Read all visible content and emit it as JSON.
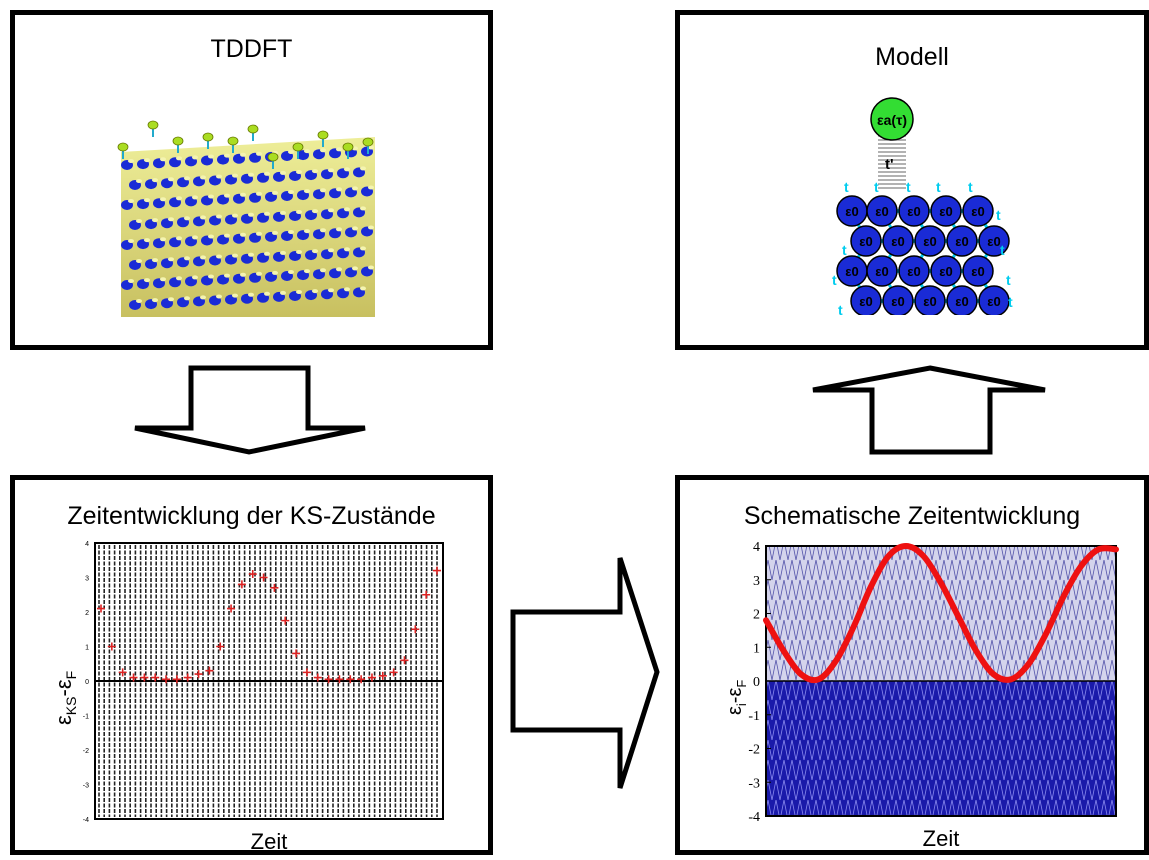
{
  "panels": {
    "tddft": {
      "title": "TDDFT"
    },
    "modell": {
      "title": "Modell",
      "adsorbate_label": "εa(τ)",
      "coupling_label": "t'",
      "hopping_label": "t",
      "site_label": "ε0"
    },
    "ks": {
      "title": "Zeitentwicklung der KS-Zustände"
    },
    "schem": {
      "title": "Schematische Zeitentwicklung"
    }
  },
  "chart_data": [
    {
      "type": "scatter",
      "title": "Zeitentwicklung der KS-Zustände",
      "xlabel": "Zeit",
      "ylabel": "εKS-εF",
      "ylim": [
        -4,
        4
      ],
      "yticks": [
        "4",
        "3",
        "2",
        "1",
        "0",
        "-1",
        "-2",
        "-3",
        "-4"
      ],
      "series": [
        {
          "x": [
            1,
            2,
            3,
            4,
            5,
            6,
            7,
            8,
            9,
            10,
            11,
            12,
            13,
            14,
            15,
            16,
            17,
            18,
            19,
            20,
            21,
            22,
            23,
            24,
            25,
            26,
            27,
            28,
            29,
            30,
            31,
            32
          ],
          "values": [
            2.1,
            1.0,
            0.25,
            0.1,
            0.1,
            0.1,
            0.05,
            0.05,
            0.1,
            0.2,
            0.3,
            1.0,
            2.1,
            2.8,
            3.1,
            3.0,
            2.7,
            1.75,
            0.8,
            0.25,
            0.1,
            0.05,
            0.05,
            0.05,
            0.05,
            0.1,
            0.15,
            0.25,
            0.6,
            1.5,
            2.5,
            3.2
          ]
        }
      ]
    },
    {
      "type": "line",
      "title": "Schematische Zeitentwicklung",
      "xlabel": "Zeit",
      "ylabel": "εi-εF",
      "ylim": [
        -4,
        4
      ],
      "yticks": [
        "4",
        "3",
        "2",
        "1",
        "0",
        "-1",
        "-2",
        "-3",
        "-4"
      ],
      "series": [
        {
          "x": [
            0,
            0.05,
            0.1,
            0.15,
            0.2,
            0.25,
            0.3,
            0.35,
            0.4,
            0.45,
            0.5,
            0.55,
            0.6,
            0.65,
            0.7,
            0.75,
            0.8,
            0.85,
            0.9,
            0.95,
            1.0
          ],
          "values": [
            1.8,
            0.9,
            0.2,
            0.05,
            0.6,
            1.6,
            2.8,
            3.7,
            4.0,
            3.7,
            2.9,
            1.9,
            0.9,
            0.2,
            0.05,
            0.5,
            1.4,
            2.5,
            3.4,
            3.9,
            3.9
          ]
        }
      ],
      "shading": {
        "occupied_color": "#1a1aaa",
        "unoccupied_color": "#c8c8e8"
      }
    }
  ],
  "colors": {
    "curve": "#ee1111",
    "site": "#1a2bd6",
    "adsorbate": "#33dd33",
    "hopping": "#00ccee",
    "markers": "#dd2222"
  }
}
